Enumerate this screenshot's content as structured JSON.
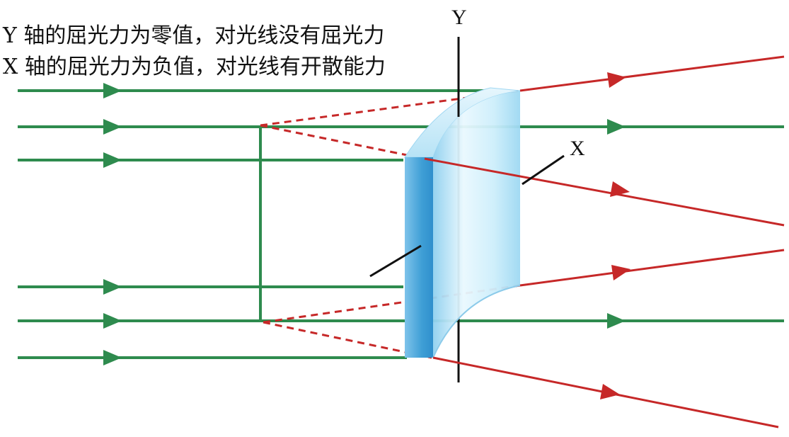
{
  "captions": {
    "y_axis": "Y 轴的屈光力为零值，对光线没有屈光力",
    "x_axis": "X 轴的屈光力为负值，对光线有开散能力"
  },
  "axis_labels": {
    "y": "Y",
    "x": "X"
  },
  "colors": {
    "incident_ray": "#2e8b4e",
    "refracted_ray": "#c62828",
    "lens_light": "#d6f0fb",
    "lens_mid": "#8fd0ef",
    "lens_dark": "#4aa6d9",
    "axis": "#111111"
  }
}
